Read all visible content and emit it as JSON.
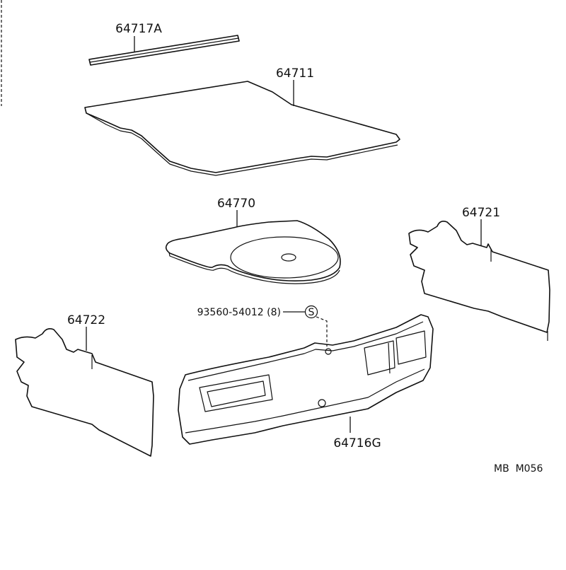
{
  "diagram": {
    "part_labels": {
      "p64717a": "64717A",
      "p64711": "64711",
      "p64770": "64770",
      "p64721": "64721",
      "p64722": "64722",
      "p64716g": "64716G"
    },
    "fastener": {
      "part_number": "93560-54012 (8)",
      "symbol": "S"
    },
    "drawing_code": "MB  M056"
  }
}
